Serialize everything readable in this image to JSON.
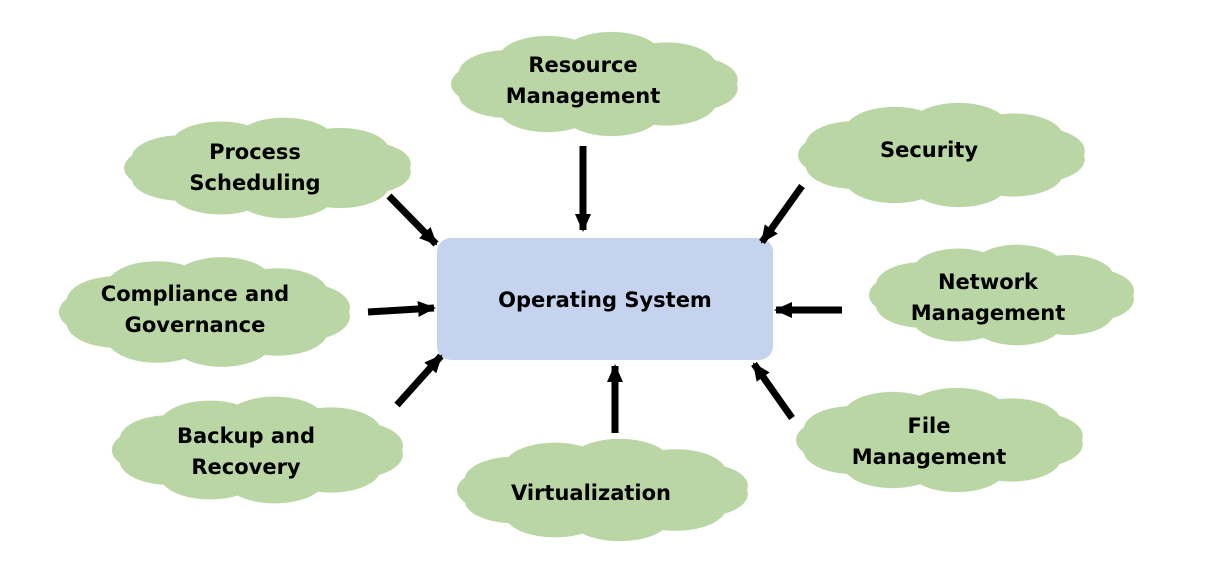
{
  "center": {
    "label": "Operating System"
  },
  "clouds": [
    {
      "id": "resource-management",
      "lines": [
        "Resource",
        "Management"
      ]
    },
    {
      "id": "security",
      "lines": [
        "Security"
      ]
    },
    {
      "id": "network-management",
      "lines": [
        "Network",
        "Management"
      ]
    },
    {
      "id": "file-management",
      "lines": [
        "File",
        "Management"
      ]
    },
    {
      "id": "virtualization",
      "lines": [
        "Virtualization"
      ]
    },
    {
      "id": "backup-and-recovery",
      "lines": [
        "Backup and",
        "Recovery"
      ]
    },
    {
      "id": "compliance-and-governance",
      "lines": [
        "Compliance and",
        "Governance"
      ]
    },
    {
      "id": "process-scheduling",
      "lines": [
        "Process",
        "Scheduling"
      ]
    }
  ],
  "colors": {
    "cloud": "#b9d6a4",
    "center": "#c5d3ee",
    "arrow": "#000000",
    "text": "#000000"
  }
}
